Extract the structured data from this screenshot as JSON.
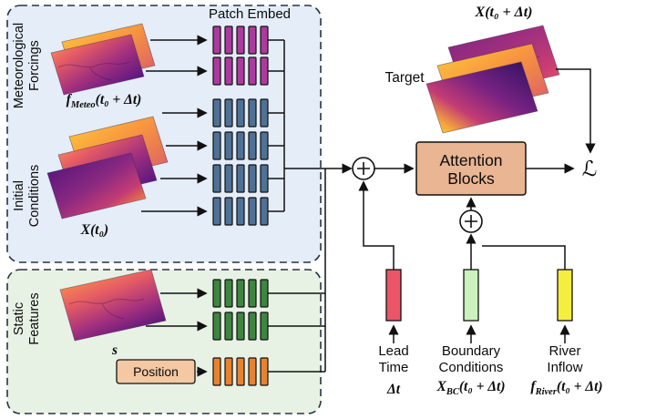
{
  "colors": {
    "panel_blue": "#e4edf8",
    "panel_green": "#e7f2e4",
    "bar_meteo": "#ad3a9e",
    "bar_initial": "#4e7195",
    "bar_static": "#3d8540",
    "bar_position": "#e8822f",
    "bar_lead": "#ec5468",
    "bar_bc": "#cbf2bd",
    "bar_river": "#f5ee3e",
    "attention_box": "#e9b593",
    "position_box": "#f3c8a3"
  },
  "panels": {
    "meteo_ic": {
      "meteo_label_1": "Meteorological",
      "meteo_label_2": "Forcings",
      "ic_label_1": "Initial",
      "ic_label_2": "Conditions"
    },
    "static": {
      "label_1": "Static",
      "label_2": "Features",
      "position_label": "Position"
    }
  },
  "patch_embed": {
    "title": "Patch Embed"
  },
  "math": {
    "meteo": {
      "base": "f",
      "sub": "Meteo",
      "rest": "(t₀ + Δt)"
    },
    "initial": {
      "base": "X",
      "rest": "(t₀)"
    },
    "static": {
      "base": "s"
    },
    "target": {
      "base": "X",
      "rest": "(t₀ + Δt)"
    },
    "lead": {
      "base": "Δt"
    },
    "bc": {
      "base": "X",
      "sub": "BC",
      "rest": "(t₀ + Δt)"
    },
    "river": {
      "base": "f",
      "sub": "River",
      "rest": "(t₀ + Δt)"
    }
  },
  "center": {
    "attention_1": "Attention",
    "attention_2": "Blocks",
    "target_label": "Target",
    "loss": "ℒ"
  },
  "bottom": {
    "lead_1": "Lead",
    "lead_2": "Time",
    "bc_1": "Boundary",
    "bc_2": "Conditions",
    "river_1": "River",
    "river_2": "Inflow"
  }
}
